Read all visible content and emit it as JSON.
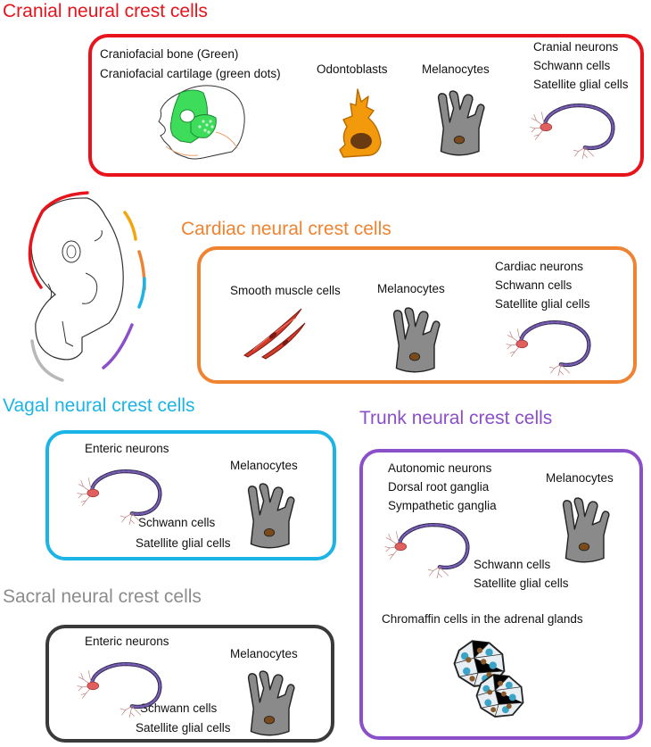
{
  "colors": {
    "cranial": "#e8141c",
    "cardiac": "#ee8432",
    "vagal": "#1cb4e6",
    "trunk": "#8a4fc9",
    "sacral": "#8c8c8c",
    "sacral_box": "#3a3a3a",
    "bone": "#3ddc5a",
    "odontoblast": "#f29a0c",
    "melanocyte": "#8a8a8a",
    "muscle": "#d43a2a",
    "neuron_body": "#e06060",
    "axon": "#5a3e8c"
  },
  "cranial": {
    "title": "Cranial neural crest cells",
    "bone_label_1": "Craniofacial bone (Green)",
    "bone_label_2": "Craniofacial cartilage (green dots)",
    "odontoblasts": "Odontoblasts",
    "melanocytes": "Melanocytes",
    "neurons_1": "Cranial neurons",
    "neurons_2": "Schwann cells",
    "neurons_3": "Satellite glial cells"
  },
  "cardiac": {
    "title": "Cardiac neural crest cells",
    "smooth_muscle": "Smooth muscle cells",
    "melanocytes": "Melanocytes",
    "neurons_1": "Cardiac neurons",
    "neurons_2": "Schwann cells",
    "neurons_3": "Satellite glial cells"
  },
  "vagal": {
    "title": "Vagal neural crest cells",
    "enteric": "Enteric neurons",
    "melanocytes": "Melanocytes",
    "schwann": "Schwann cells",
    "satellite": "Satellite glial cells"
  },
  "sacral": {
    "title": "Sacral neural crest cells",
    "enteric": "Enteric neurons",
    "melanocytes": "Melanocytes",
    "schwann": "Schwann cells",
    "satellite": "Satellite glial cells"
  },
  "trunk": {
    "title": "Trunk neural crest cells",
    "autonomic_1": "Autonomic neurons",
    "autonomic_2": "Dorsal root ganglia",
    "autonomic_3": "Sympathetic ganglia",
    "melanocytes": "Melanocytes",
    "schwann": "Schwann cells",
    "satellite": "Satellite glial cells",
    "chromaffin": "Chromaffin cells in the adrenal glands"
  }
}
